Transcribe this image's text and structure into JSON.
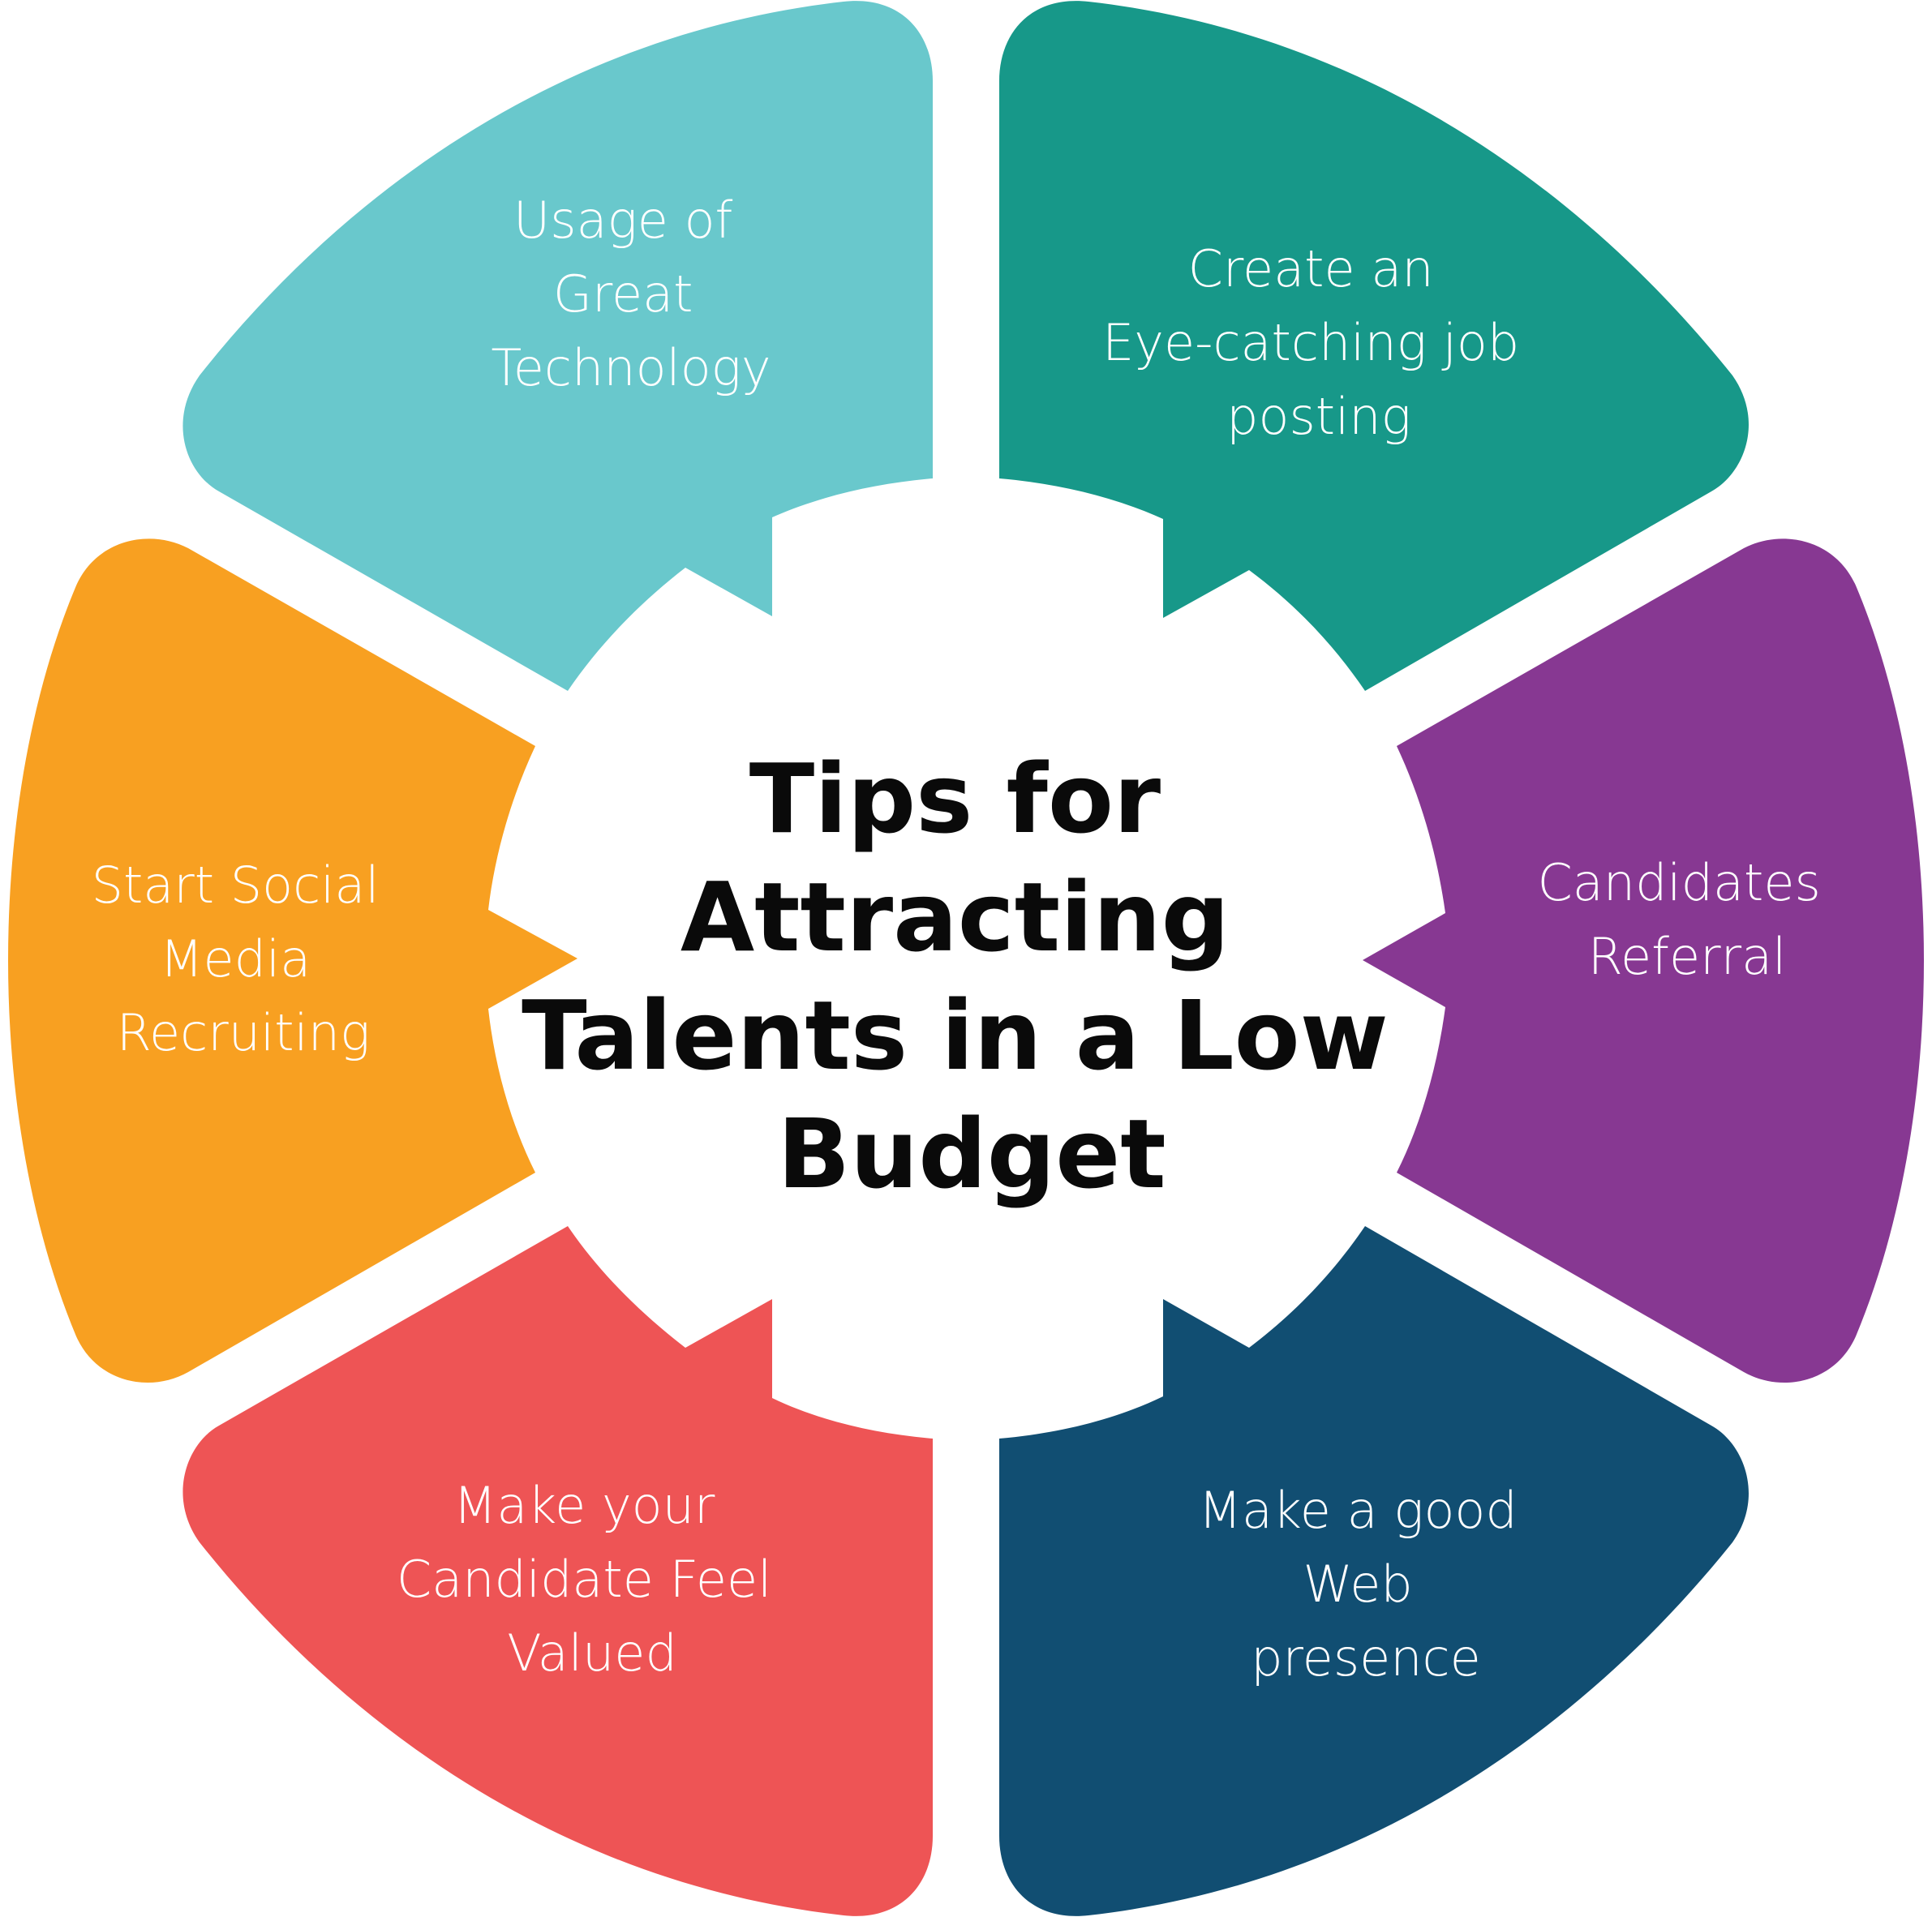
{
  "diagram": {
    "title_lines": [
      "Tips for",
      "Attracting",
      "Talents in a Low",
      "Budget"
    ],
    "segments": [
      {
        "id": "technology",
        "lines": [
          "Usage of",
          "Great",
          "Technology"
        ],
        "color": "#69C8CC"
      },
      {
        "id": "job-posting",
        "lines": [
          "Create an",
          "Eye-catching job",
          "posting"
        ],
        "color": "#179889"
      },
      {
        "id": "referral",
        "lines": [
          "Candidates",
          "Referral"
        ],
        "color": "#873892"
      },
      {
        "id": "web-presence",
        "lines": [
          "Make a good",
          "Web",
          "presence"
        ],
        "color": "#114E72"
      },
      {
        "id": "valued",
        "lines": [
          "Make your",
          "Candidate Feel",
          "Valued"
        ],
        "color": "#EE5455"
      },
      {
        "id": "social-media",
        "lines": [
          "Start Social",
          "Media",
          "Recruiting"
        ],
        "color": "#F8A021"
      }
    ]
  }
}
